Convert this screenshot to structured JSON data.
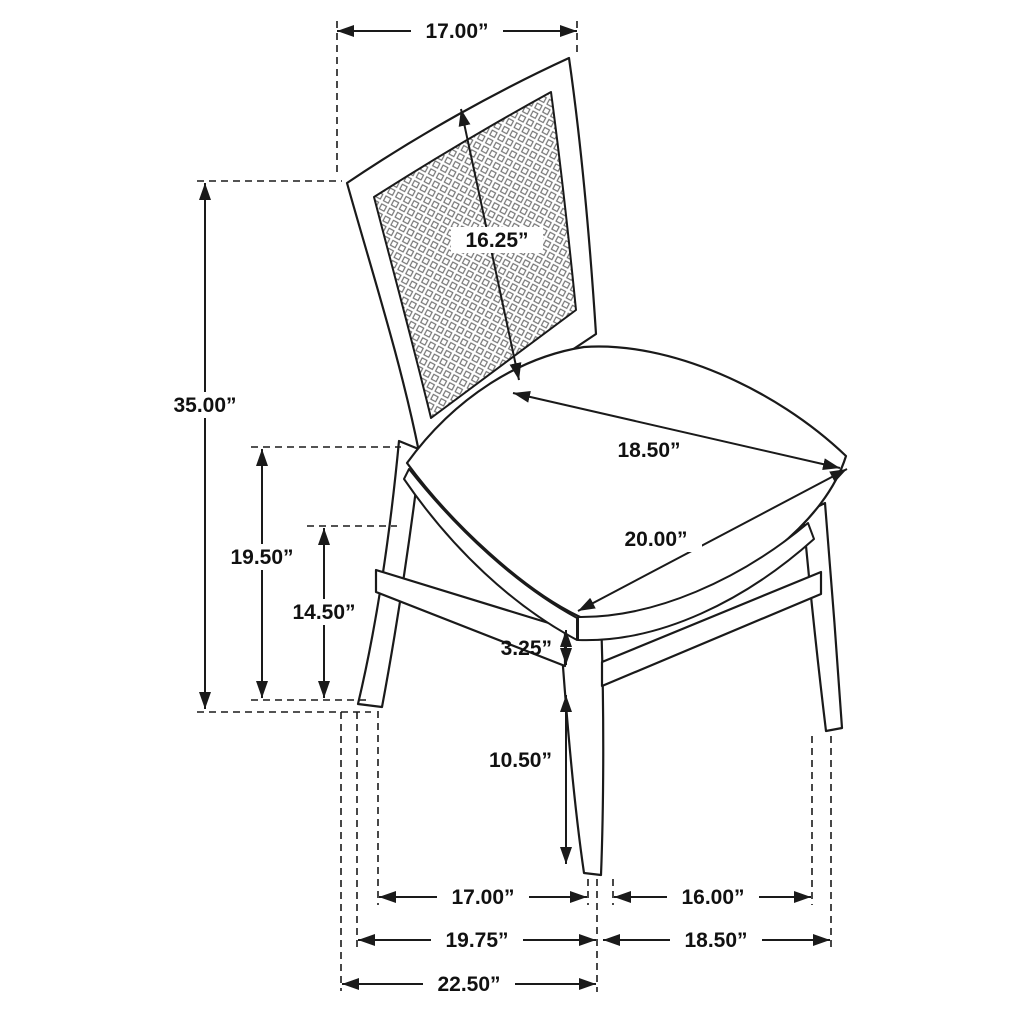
{
  "page": {
    "background": "#ffffff",
    "line_color": "#1a1a1a",
    "unit": "inches"
  },
  "dimensions": {
    "back_top_width": "17.00”",
    "back_panel_height": "16.25”",
    "overall_height": "35.00”",
    "seat_back_height": "19.50”",
    "stretcher_top_height": "14.50”",
    "seat_depth": "18.50”",
    "seat_width": "20.00”",
    "stretcher_thickness": "3.25”",
    "lower_leg_height": "10.50”",
    "side_leg_spacing": "17.00”",
    "front_leg_spacing": "16.00”",
    "base_depth": "19.75”",
    "base_width": "18.50”",
    "overall_depth": "22.50”"
  }
}
